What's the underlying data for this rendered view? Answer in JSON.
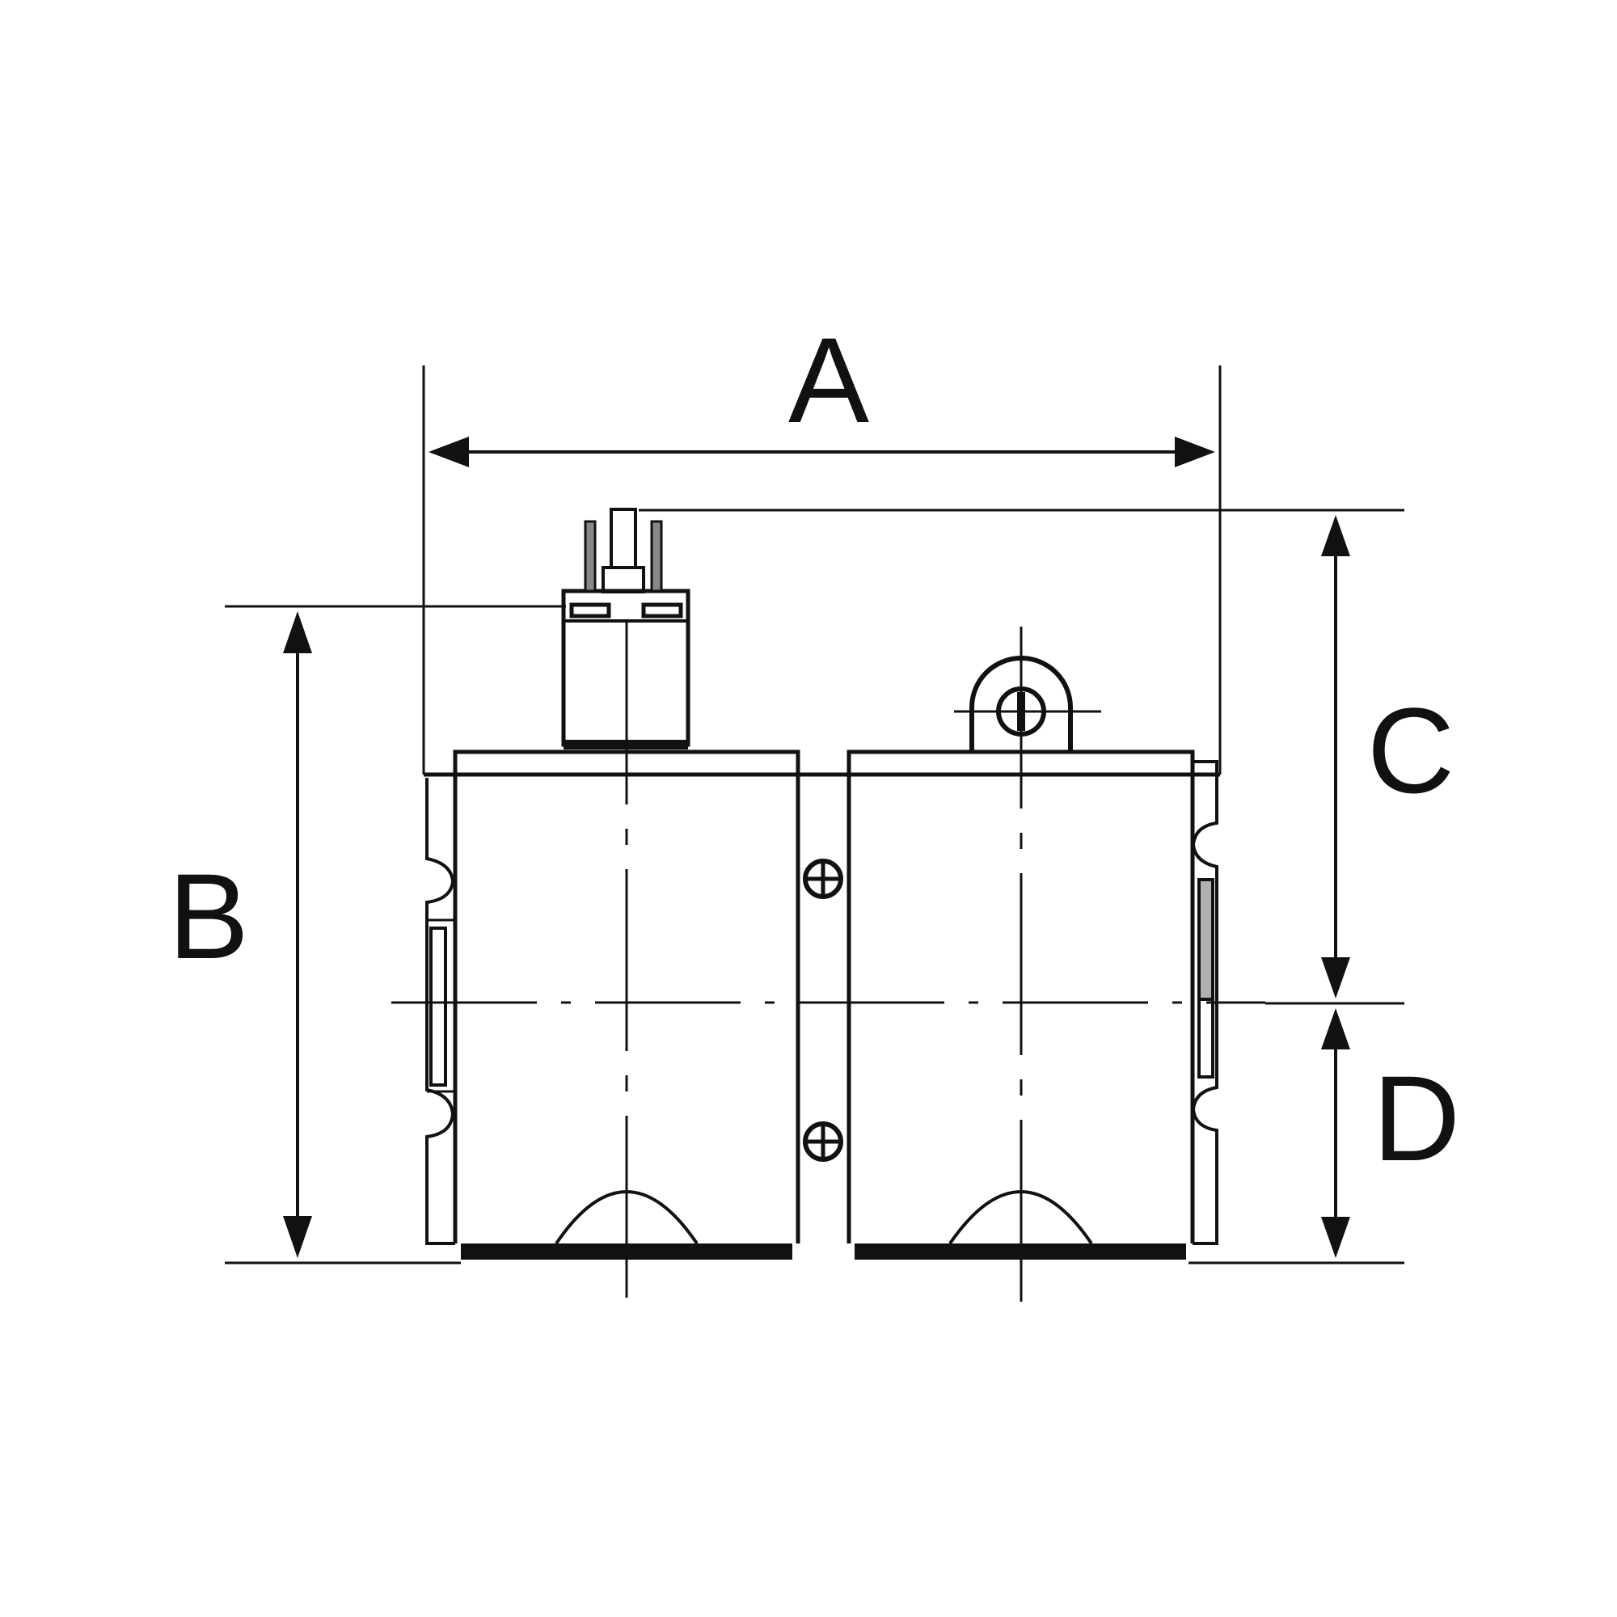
{
  "diagram": {
    "type": "technical dimension drawing",
    "subject": "dual housing assembly with top connector",
    "colors": {
      "line": "#111111",
      "background": "#ffffff",
      "shade": "#b0b0b0"
    }
  },
  "dimensions": {
    "A": {
      "label": "A",
      "orientation": "horizontal",
      "meaning": "overall width"
    },
    "B": {
      "label": "B",
      "orientation": "vertical",
      "meaning": "height from base to connector shoulder"
    },
    "C": {
      "label": "C",
      "orientation": "vertical",
      "meaning": "connector top to centerline"
    },
    "D": {
      "label": "D",
      "orientation": "vertical",
      "meaning": "centerline to base"
    }
  },
  "components": [
    {
      "name": "left-housing",
      "features": [
        "top connector",
        "side notches",
        "bottom arch"
      ]
    },
    {
      "name": "right-housing",
      "features": [
        "top mounting lug",
        "side notches",
        "bottom arch"
      ]
    },
    {
      "name": "center-joint",
      "features": [
        "two screws"
      ]
    }
  ]
}
